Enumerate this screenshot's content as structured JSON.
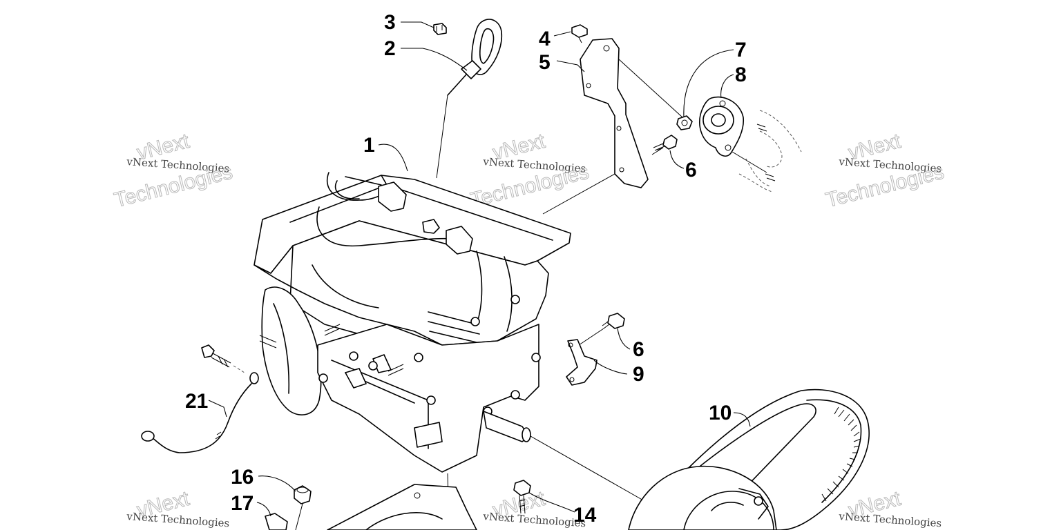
{
  "watermark": {
    "small_text": "vNext Technologies",
    "big_line1": "vNext",
    "big_line2": "Technologies"
  },
  "callouts": {
    "p1": "1",
    "p2": "2",
    "p3": "3",
    "p4": "4",
    "p5": "5",
    "p6a": "6",
    "p6b": "6",
    "p7": "7",
    "p8": "8",
    "p9": "9",
    "p10": "10",
    "p14": "14",
    "p16": "16",
    "p17": "17",
    "p21": "21"
  }
}
